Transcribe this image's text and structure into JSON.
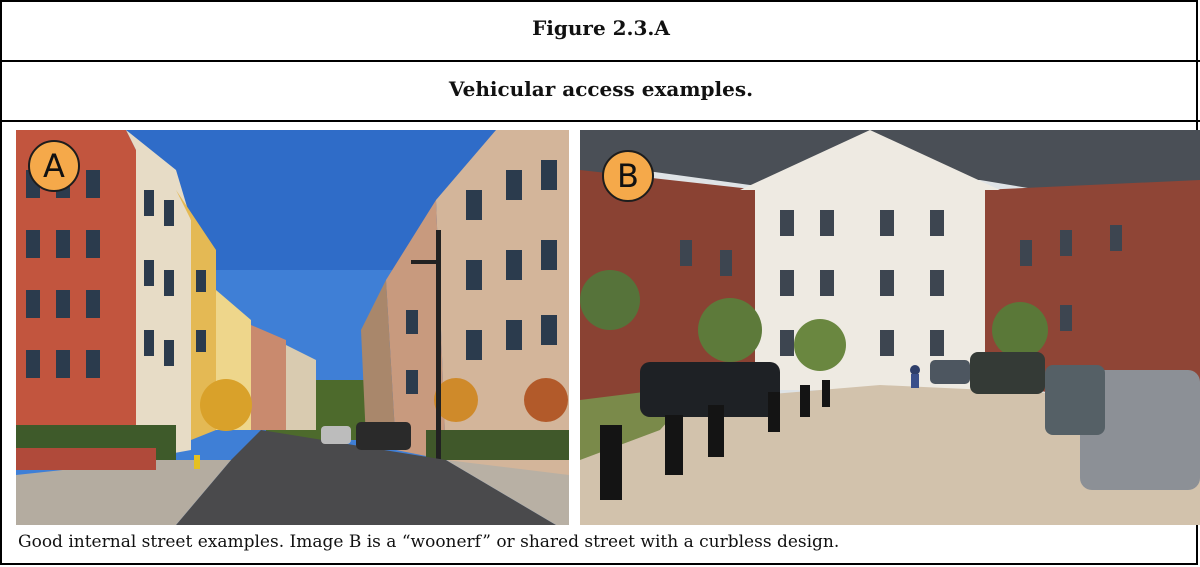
{
  "figure": {
    "number": "Figure 2.3.A",
    "title": "Vehicular access examples."
  },
  "images": {
    "a": {
      "label": "A"
    },
    "b": {
      "label": "B"
    }
  },
  "caption": "Good internal street examples.  Image B is a “woonerf” or shared street with a curbless design.",
  "colors": {
    "border": "#000000",
    "badge_fill": "#f5a94a"
  }
}
